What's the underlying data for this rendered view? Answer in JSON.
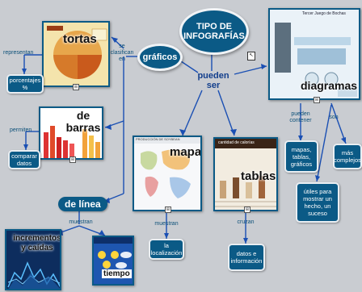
{
  "title": "TIPO DE INFOGRAFÍAS",
  "center_link": "pueden ser",
  "nodes": {
    "graficos": "gráficos",
    "diagramas": "diagramas",
    "mapas": "mapas",
    "tablas": "tablas",
    "de_linea": "de línea",
    "tortas": "tortas",
    "de_barras": "de barras",
    "incrementos": "incrementos y caídas",
    "tiempo": "tiempo",
    "porcentajes": "porcentajes %",
    "comparar": "comparar datos",
    "localizacion": "la localización",
    "datos_info": "datos e información",
    "mapas_tablas": "mapas, tablas, gráficos",
    "mas_complejos": "más complejos",
    "utiles": "útiles para mostrar un hecho, un suceso"
  },
  "links": {
    "se_clasifican": "se clasifican en",
    "representan": "representan",
    "permiten": "permiten",
    "muestran_1": "muestran",
    "muestran_2": "muestran",
    "cruzan": "cruzan",
    "pueden_contener": "pueden contener",
    "son": "son"
  },
  "image_texts": {
    "tablas_header": "cantidad de calorías",
    "diagram_header": "Tercer Juego de Bochas",
    "mapas_header": "PRODUCCIÓN DE SOYBEAN"
  },
  "colors": {
    "node": "#0b5a86",
    "background": "#c9ccd1",
    "link": "#1a4fb3"
  }
}
